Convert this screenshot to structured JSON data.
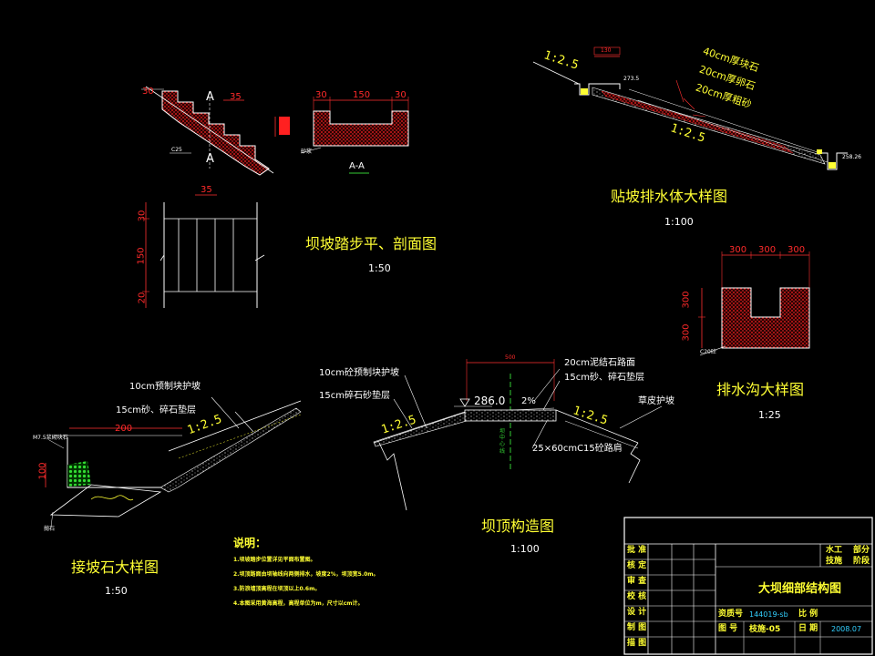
{
  "drawings": {
    "step": {
      "title": "坝坡踏步平、剖面图",
      "scale": "1:50",
      "dims": {
        "w30": "30",
        "w35": "35",
        "w150": "150",
        "w30b": "30",
        "s_a": "A",
        "s_b": "A",
        "section": "A-A",
        "side_30": "30",
        "side_150": "150",
        "side_20": "20",
        "top_35": "35",
        "c_label": "C25",
        "d_label": "砂浆"
      }
    },
    "drain": {
      "title": "贴坡排水体大样图",
      "scale": "1:100",
      "layers": [
        "40cm厚块石",
        "20cm厚卵石",
        "20cm厚粗砂"
      ],
      "slope_a": "1:2.5",
      "slope_b": "1:2.5",
      "top_dim": "130",
      "elev_left": "273.5",
      "elev_right": "258.26"
    },
    "ditch": {
      "title": "排水沟大样图",
      "scale": "1:25",
      "dims": [
        "300",
        "300",
        "300"
      ],
      "side_dims": [
        "300",
        "300"
      ],
      "label": "C20砼"
    },
    "toe": {
      "title": "接坡石大样图",
      "scale": "1:50",
      "labels": [
        "10cm预制块护坡",
        "15cm砂、碎石垫层"
      ],
      "slope": "1:2.5",
      "dim": "200",
      "height": "100",
      "left_note": "M7.5浆砌块石",
      "bottom_note": "抛石"
    },
    "crest": {
      "title": "坝顶构造图",
      "scale": "1:100",
      "labels_left": [
        "10cm砼预制块护坡",
        "15cm碎石砂垫层"
      ],
      "labels_right": [
        "20cm泥结石路面",
        "15cm砂、碎石垫层"
      ],
      "grass": "草皮护坡",
      "road": "25×60cmC15砼路肩",
      "elev": "286.0",
      "grade": "2%",
      "slope_l": "1:2.5",
      "slope_r": "1:2.5",
      "width": "500",
      "axis": "坝中心线"
    }
  },
  "notes": {
    "heading": "说明：",
    "items": [
      "1.坝坡踏步位置详见平面布置图。",
      "2.坝顶路面由坝轴线向两侧排水，坡度2%，坝顶宽5.0m。",
      "3.防浪墙顶高程在坝顶以上0.6m。",
      "4.本图采用黄海高程，高程单位为m，尺寸以cm计。"
    ]
  },
  "title_block": {
    "rows": [
      "批 准",
      "核 定",
      "审 查",
      "校 核",
      "设 计",
      "制 图",
      "描 图"
    ],
    "top_right_a": "水工",
    "top_right_b": "部分",
    "top_right_c": "技施",
    "top_right_d": "阶段",
    "drawing_name": "大坝细部结构图",
    "labels": {
      "file_no": "资质号",
      "file_val": "144019-sb",
      "ratio": "比 例",
      "drawing_no": "图 号",
      "drawing_val": "枝施-05",
      "date": "日 期",
      "date_val": "2008.07"
    }
  }
}
